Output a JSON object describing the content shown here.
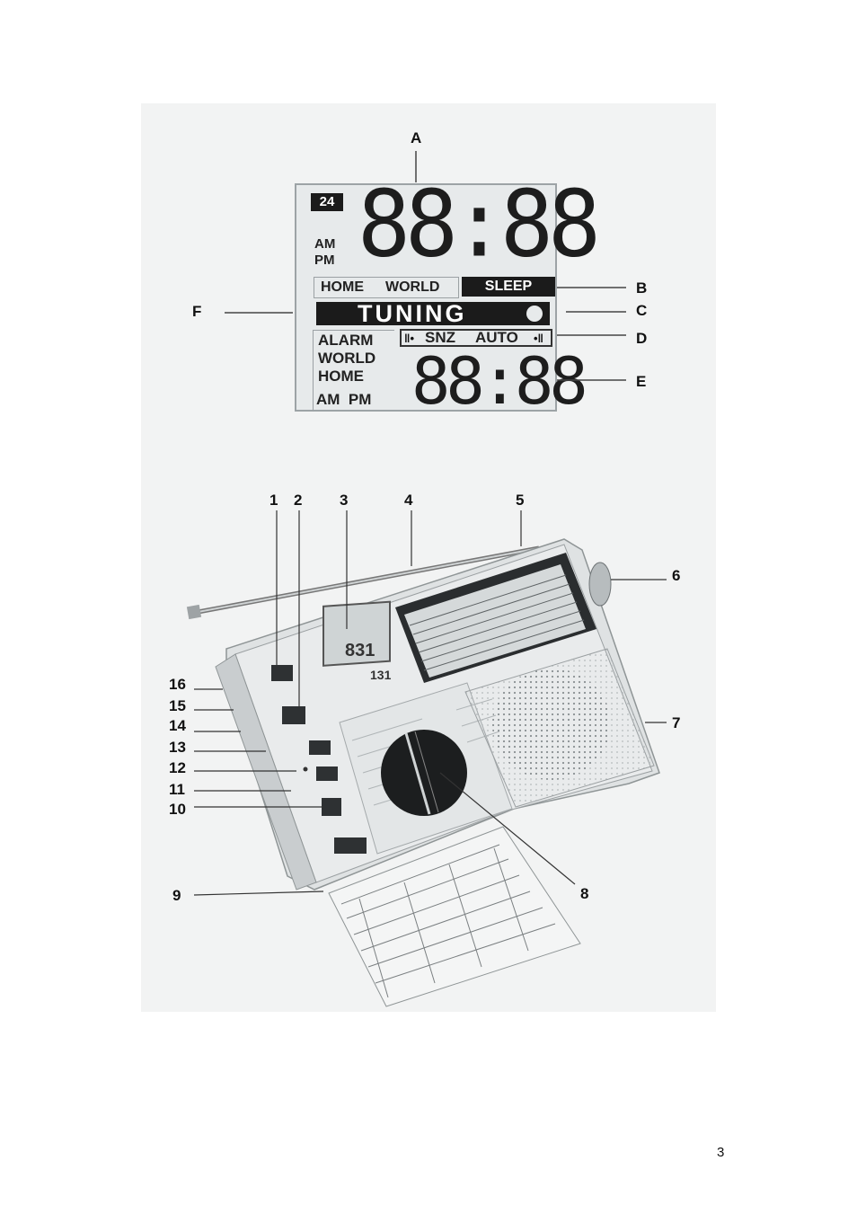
{
  "lcd": {
    "badge_24": "24",
    "am": "AM",
    "pm": "PM",
    "main_time": "88:88",
    "home": "HOME",
    "world": "WORLD",
    "sleep": "SLEEP",
    "tuning": "TUNING",
    "snz": "SNZ",
    "auto": "AUTO",
    "alarm": "ALARM",
    "world_list": "WORLD",
    "home_list": "HOME",
    "am_pm_bottom": "AM  PM",
    "sub_time": "88:88"
  },
  "lcd_callouts": [
    "A",
    "B",
    "C",
    "D",
    "E",
    "F"
  ],
  "radio_callouts": [
    "1",
    "2",
    "3",
    "4",
    "5",
    "6",
    "7",
    "8",
    "9",
    "10",
    "11",
    "12",
    "13",
    "14",
    "15",
    "16"
  ],
  "radio_mini_display": {
    "top": "831",
    "bottom": "131"
  },
  "page_number": "3"
}
